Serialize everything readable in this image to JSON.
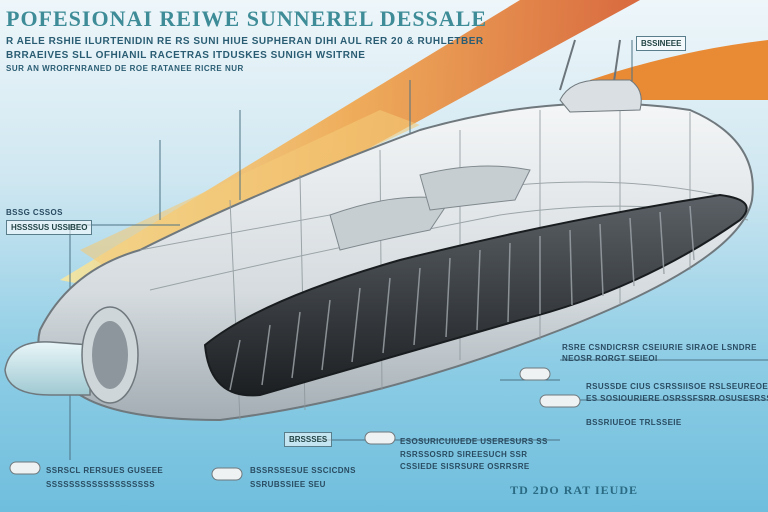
{
  "header": {
    "title": "POFESIONAI REIWE SUNNEREL DESSALE",
    "subtitle_line1": "R AELE RSHIE ILURTENIDIN RE RS SUNI HIUE SUPHERAN DIHI AUL RER 20 & RUHLETBER",
    "subtitle_line2": "BRRAEIVES SLL OFHIANIL RACETRAS ITDUSKES SUNIGH WSITRNE",
    "subtitle_line3": "SUR AN WRORFNRANED DE ROE RATANEE RICRE NUR"
  },
  "labels": {
    "top_right_box": "BSSINEEE",
    "left_box_line1": "BSSG CSSOS",
    "left_box_line2": "HSSSSUS USSIBEO",
    "right_label_1": "RSRE CSNDICRSR CSEIURIE SIRAOE LSNDRE",
    "right_label_2": "NEOSR RORGT SEIEOI",
    "right_label_3": "RSUSSDE CIUS CSRSSIISOE RSLSEUREOE",
    "right_label_4": "ES SOSIOURIERE OSRSSFSRR OSUSESRSS OS",
    "right_label_5": "BSSRIUEOE TRLSSEIE",
    "center_box": "BRSSSES",
    "center_label_1": "ESOSURICUIUEDE USERESURS SS",
    "center_label_2": "RSRSSOSRD SIREESUCH SSR",
    "center_label_3": "CSSIEDE SISRSURE OSRRSRE",
    "bottom_left_1": "SSRSCL RERSUES GUSEEE",
    "bottom_left_2": "SSSSSSSSSSSSSSSSSSS",
    "bottom_mid_1": "BSSRSSESUE SSCICDNS",
    "bottom_mid_2": "SSRUBSSIEE SEU",
    "footer": "TD 2DO RAT IEUDE"
  },
  "colors": {
    "hull": "#dfe3e6",
    "hull_shadow": "#9aa3a8",
    "belly": "#2c2f33",
    "flame": "#e9752c",
    "sky": "#7cc4df"
  }
}
